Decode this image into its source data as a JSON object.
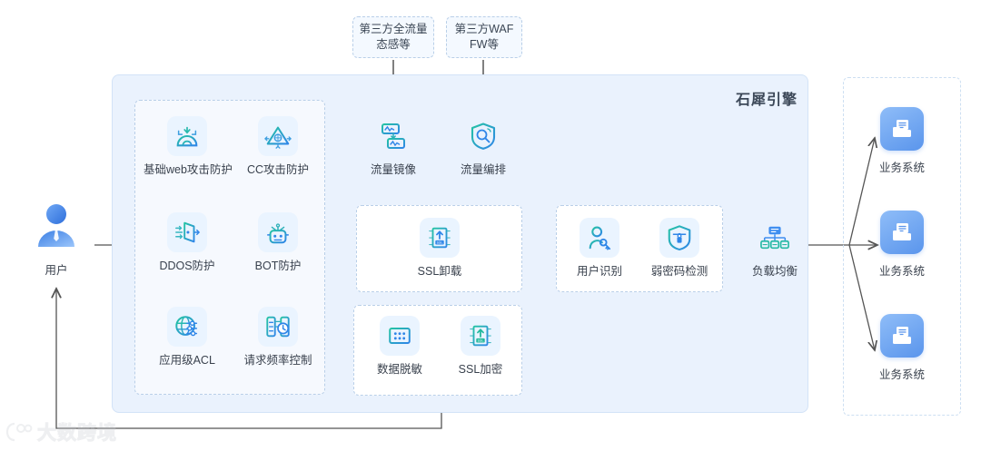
{
  "engine": {
    "title": "石犀引擎"
  },
  "top_boxes": [
    {
      "id": "thirdparty-traffic",
      "label": "第三方全流量\n态感等",
      "line1": "第三方全流量",
      "line2": "态感等"
    },
    {
      "id": "thirdparty-waf",
      "label": "第三方WAF\nFW等",
      "line1": "第三方WAF",
      "line2": "FW等"
    }
  ],
  "user": {
    "label": "用户",
    "icon": "user-avatar-icon"
  },
  "protection": {
    "panel_name": "protection-panel",
    "items": [
      {
        "label": "基础web攻击防护",
        "icon": "web-attack-shield-icon"
      },
      {
        "label": "CC攻击防护",
        "icon": "cc-attack-triangle-icon"
      },
      {
        "label": "DDOS防护",
        "icon": "ddos-gate-icon"
      },
      {
        "label": "BOT防护",
        "icon": "bot-robot-icon"
      },
      {
        "label": "应用级ACL",
        "icon": "globe-filter-icon"
      },
      {
        "label": "请求频率控制",
        "icon": "rate-limit-clock-icon"
      }
    ]
  },
  "traffic": {
    "items": [
      {
        "label": "流量镜像",
        "icon": "traffic-mirror-icon"
      },
      {
        "label": "流量编排",
        "icon": "traffic-orchestration-shield-icon"
      }
    ]
  },
  "ssl_offload": {
    "panel_name": "ssl-offload-panel",
    "items": [
      {
        "label": "SSL卸载",
        "icon": "ssl-upload-icon"
      }
    ]
  },
  "data_security": {
    "panel_name": "data-security-panel",
    "items": [
      {
        "label": "数据脱敏",
        "icon": "data-mask-grid-icon"
      },
      {
        "label": "SSL加密",
        "icon": "ssl-encrypt-icon"
      }
    ]
  },
  "identity": {
    "panel_name": "identity-panel",
    "items": [
      {
        "label": "用户识别",
        "icon": "user-key-icon"
      },
      {
        "label": "弱密码检测",
        "icon": "shield-lock-icon"
      }
    ]
  },
  "load_balance": {
    "label": "负载均衡",
    "icon": "load-balancer-tree-icon"
  },
  "business": {
    "panel_name": "business-systems-panel",
    "items": [
      {
        "label": "业务系统",
        "icon": "business-system-icon"
      },
      {
        "label": "业务系统",
        "icon": "business-system-icon"
      },
      {
        "label": "业务系统",
        "icon": "business-system-icon"
      }
    ]
  },
  "watermark": {
    "text": "大数跨境",
    "icon": "logo-mark-icon"
  },
  "colors": {
    "container_bg": "#eaf2fd",
    "container_border": "#d3e3f7",
    "dashed_border": "#b9cfe8",
    "icon_tile_bg": "#eaf4ff",
    "icon_teal": "#25c2a0",
    "icon_blue": "#2f86e8",
    "business_blue": "#5a95ec",
    "arrow": "#555555",
    "text": "#39414d"
  }
}
